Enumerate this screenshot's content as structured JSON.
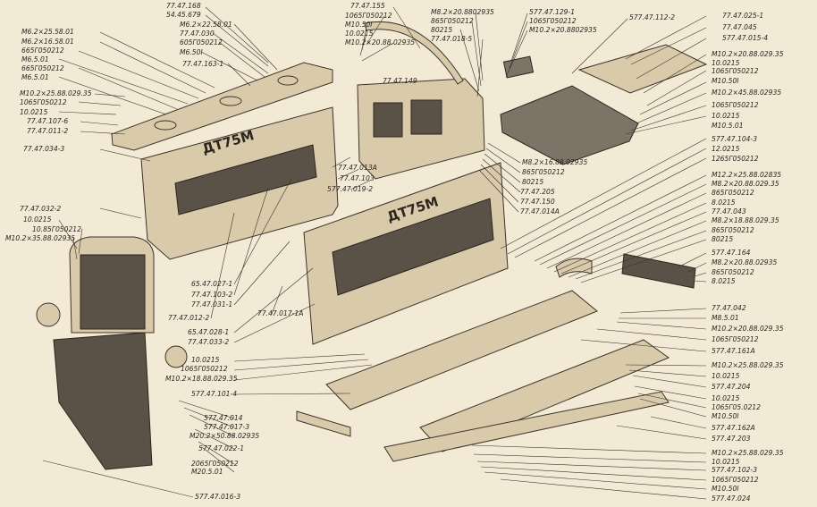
{
  "grille_lettering": "ДТ75М",
  "labels": {
    "l1": "77.47.168",
    "l2": "54.45.679",
    "l3": "M6.2×22.58.01",
    "l4": "77.47.030",
    "l5": "605Г050212",
    "l6": "M6.50I",
    "l7": "77.47.163-1",
    "l8": "M6.2×25.58.01",
    "l9": "M6.2×16.58.01",
    "l10": "665Г050212",
    "l11": "M6.5.01",
    "l12": "665Г050212",
    "l13": "M6.5.01",
    "l14": "M10.2×25.88.029.35",
    "l15": "1065Г050212",
    "l16": "10.0215",
    "l17": "77.47.107-6",
    "l18": "77.47.011-2",
    "l19": "77.47.034-3",
    "l20": "77.47.155",
    "l21": "1065Г050212",
    "l22": "M10.50I",
    "l23": "10.0215",
    "l24": "M10.2×20.88.02935",
    "l25": "M8.2×20.8802935",
    "l26": "865Г050212",
    "l27": "80215",
    "l28": "77.47.018-5",
    "l29": "577.47.129-1",
    "l30": "1065Г050212",
    "l31": "M10.2×20.8802935",
    "l32": "577.47.112-2",
    "l33": "77.47.149",
    "l34": "77.47.025-1",
    "l35": "77.47.045",
    "l36": "577.47.015-4",
    "l37": "M10.2×20.88.029.35",
    "l38": "10.0215",
    "l39": "1065Г050212",
    "l40": "M10.50I",
    "l41": "M10.2×45.88.02935",
    "l42": "1065Г050212",
    "l43": "10.0215",
    "l44": "M10.5.01",
    "l45": "577.47.104-3",
    "l46": "12.0215",
    "l47": "1265Г050212",
    "l48": "M12.2×25.88.02835",
    "l49": "M8.2×20.88.029.35",
    "l50": "865Г050212",
    "l51": "8.0215",
    "l52": "77.47.043",
    "l53": "M8.2×18.88.029.35",
    "l54": "865Г050212",
    "l55": "80215",
    "l56": "577.47.164",
    "l57": "M8.2×20.88.02935",
    "l58": "865Г050212",
    "l59": "8.0215",
    "l60": "77.47.013A",
    "l61": "77.47.103",
    "l62": "577.47.019-2",
    "l63": "M8.2×16.88.02935",
    "l64": "865Г050212",
    "l65": "80215",
    "l66": "77.47.205",
    "l67": "77.47.150",
    "l68": "77.47.014A",
    "l69": "77.47.032-2",
    "l70": "10.0215",
    "l71": "10.85Г050212",
    "l72": "M10.2×35.88.02935",
    "l73": "65.47.027-1",
    "l74": "77.47.103-2",
    "l75": "77.47.031-1",
    "l76": "77.47.012-2",
    "l77": "77.47.017-1A",
    "l78": "65.47.028-1",
    "l79": "77.47.033-2",
    "l80": "10.0215",
    "l81": "1065Г050212",
    "l82": "M10.2×18.88.029.35",
    "l83": "577.47.101-4",
    "l84": "577.47.014",
    "l85": "577.47.017-3",
    "l86": "M20.2×50.88.02935",
    "l87": "577.47.022-1",
    "l88": "2065Г050212",
    "l89": "M20.5.01",
    "l90": "577.47.016-3",
    "l91": "77.47.042",
    "l92": "M8.5.01",
    "l93": "M10.2×20.88.029.35",
    "l94": "1065Г050212",
    "l95": "577.47.161A",
    "l96": "M10.2×25.88.029.35",
    "l97": "10.0215",
    "l98": "577.47.204",
    "l99": "10.0215",
    "l100": "1065Г05.0212",
    "l101": "M10.50I",
    "l102": "577.47.162A",
    "l103": "577.47.203",
    "l104": "M10.2×25.88.029.35",
    "l105": "10.0215",
    "l106": "577.47.102-3",
    "l107": "1065Г050212",
    "l108": "M10.50I",
    "l109": "577.47.024"
  }
}
